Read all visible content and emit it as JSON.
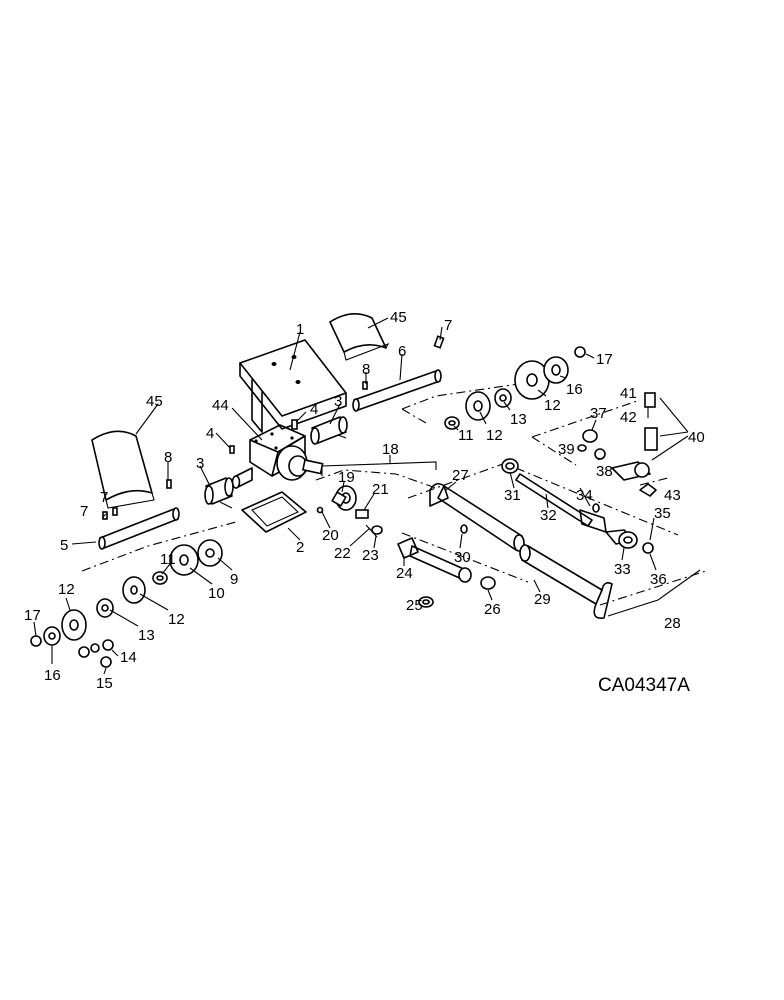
{
  "figure_code": "CA04347A",
  "callouts": {
    "c1": "1",
    "c45a": "45",
    "c7a": "7",
    "c6": "6",
    "c8a": "8",
    "c3a": "3",
    "c4a": "4",
    "c44": "44",
    "c45b": "45",
    "c4b": "4",
    "c3b": "3",
    "c8b": "8",
    "c7b": "7",
    "c5": "5",
    "c2": "2",
    "c18": "18",
    "c19": "19",
    "c21": "21",
    "c20": "20",
    "c22": "22",
    "c23": "23",
    "c24": "24",
    "c25": "25",
    "c26": "26",
    "c27": "27",
    "c30": "30",
    "c29": "29",
    "c28": "28",
    "c31": "31",
    "c32": "32",
    "c34": "34",
    "c33": "33",
    "c35": "35",
    "c36": "36",
    "c37": "37",
    "c38": "38",
    "c39": "39",
    "c40": "40",
    "c41": "41",
    "c42": "42",
    "c43": "43",
    "c11a": "11",
    "c12a": "12",
    "c13a": "13",
    "c12b": "12",
    "c16a": "16",
    "c17a": "17",
    "c11b": "11",
    "c10": "10",
    "c9": "9",
    "c12c": "12",
    "c13b": "13",
    "c12d": "12",
    "c17b": "17",
    "c16b": "16",
    "c14": "14",
    "c15": "15"
  }
}
